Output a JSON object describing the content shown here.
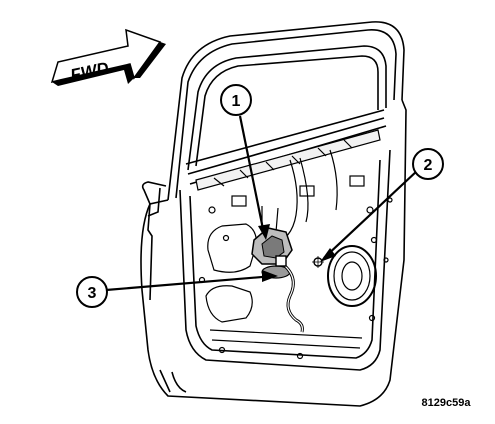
{
  "direction_arrow": {
    "label": "FWD"
  },
  "callouts": [
    {
      "number": "1"
    },
    {
      "number": "2"
    },
    {
      "number": "3"
    }
  ],
  "figure_id": "8129c59a",
  "colors": {
    "line": "#000000",
    "background": "#ffffff"
  }
}
